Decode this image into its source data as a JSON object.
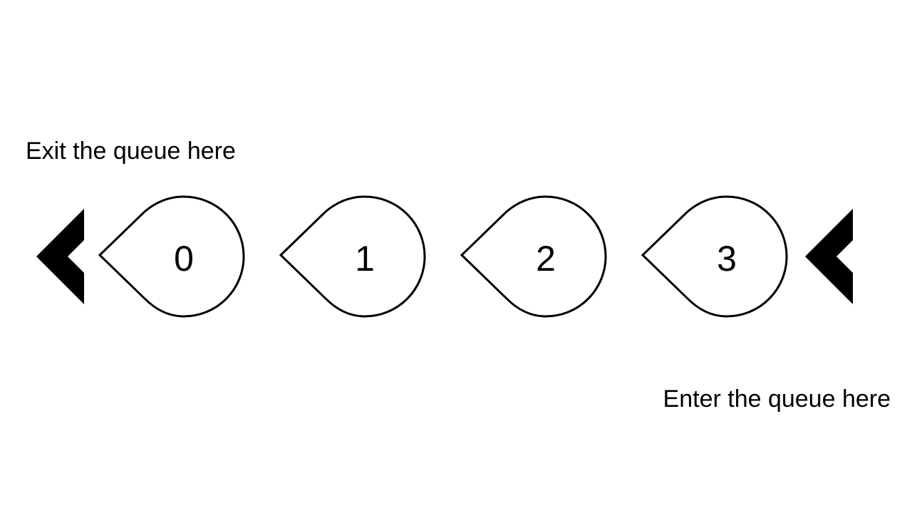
{
  "labels": {
    "exit": "Exit the queue here",
    "enter": "Enter the queue here"
  },
  "queue": {
    "items": [
      "0",
      "1",
      "2",
      "3"
    ],
    "direction": "right-to-left",
    "item_shape": "teardrop-pointing-left",
    "arrow_icons": [
      "chevron-left-icon",
      "chevron-left-icon"
    ]
  },
  "colors": {
    "stroke": "#000000",
    "fill": "#ffffff",
    "arrow": "#000000"
  }
}
